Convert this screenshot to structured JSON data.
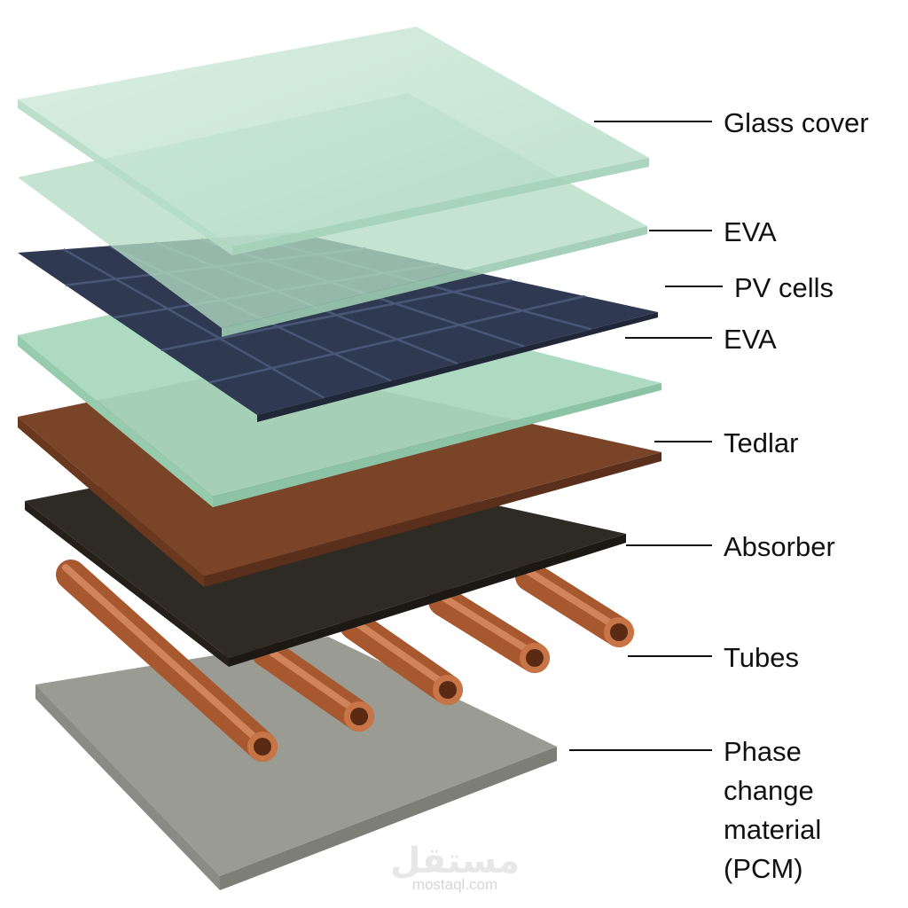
{
  "diagram": {
    "layers": [
      {
        "key": "glass",
        "label": "Glass cover",
        "color": "#bfe2cf"
      },
      {
        "key": "eva_top",
        "label": "EVA",
        "color": "#b4dcc4"
      },
      {
        "key": "pv",
        "label": "PV cells",
        "color": "#2f3a52"
      },
      {
        "key": "eva_bottom",
        "label": "EVA",
        "color": "#a9d8bd"
      },
      {
        "key": "tedlar",
        "label": "Tedlar",
        "color": "#7a4429"
      },
      {
        "key": "absorber",
        "label": "Absorber",
        "color": "#2e2a24"
      },
      {
        "key": "tubes",
        "label": "Tubes",
        "color": "#b5643a"
      },
      {
        "key": "pcm",
        "label": [
          "Phase",
          "change",
          "material",
          "(PCM)"
        ],
        "color": "#9a9b93"
      }
    ]
  },
  "watermark": {
    "arabic": "مستقل",
    "latin": "mostaql.com"
  }
}
